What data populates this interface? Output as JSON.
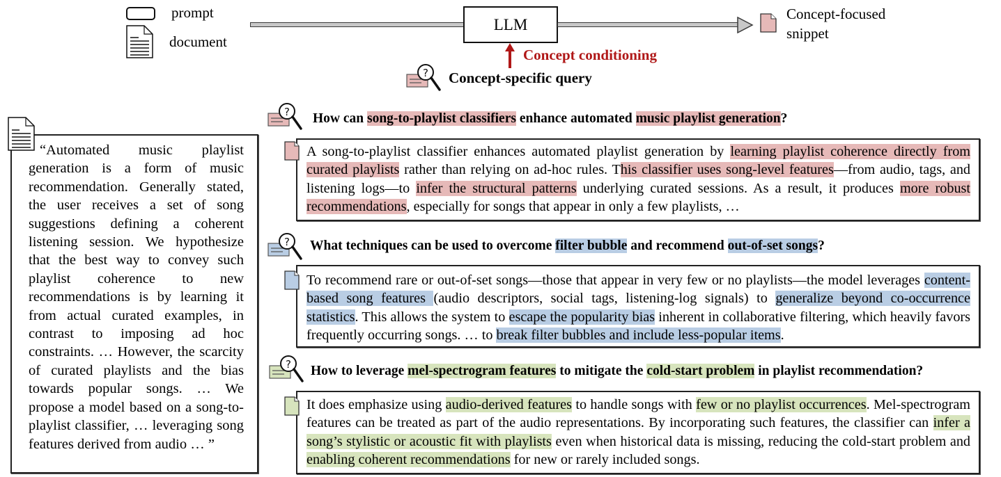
{
  "legend": {
    "prompt_label": "prompt",
    "document_label": "document"
  },
  "flow": {
    "llm_label": "LLM",
    "conditioning_label": "Concept conditioning",
    "query_label": "Concept-specific query",
    "output_label_line1": "Concept-focused",
    "output_label_line2": "snippet"
  },
  "colors": {
    "red_highlight": "#e6b9b8",
    "blue_highlight": "#b9cde4",
    "green_highlight": "#d7e4bd",
    "conditioning_red": "#b01818"
  },
  "document": {
    "text": "“Automated music playlist generation is a form of music recommendation. Generally stated, the user receives a set of song suggestions defining a coherent listening session. We hypothesize that the best way to convey such playlist coherence to new recommendations is by learning it from actual curated examples, in contrast to imposing ad hoc constraints. … However, the scarcity of curated playlists and the bias towards popular songs. … We propose a model based on a song-to-playlist classifier, … leveraging song features derived from audio … ”"
  },
  "queries": [
    {
      "color": "red",
      "question": [
        {
          "t": "How can ",
          "h": false
        },
        {
          "t": "song-to-playlist classifiers",
          "h": true
        },
        {
          "t": " enhance automated ",
          "h": false
        },
        {
          "t": "music playlist generation",
          "h": true
        },
        {
          "t": "?",
          "h": false
        }
      ],
      "answer": [
        {
          "t": "A song-to-playlist classifier enhances automated playlist generation by ",
          "h": false
        },
        {
          "t": "learning playlist coherence directly from curated playlists",
          "h": true
        },
        {
          "t": " rather than relying on ad-hoc rules. T",
          "h": false
        },
        {
          "t": "his classifier uses song-level features",
          "h": true
        },
        {
          "t": "—from audio, tags, and listening logs—to ",
          "h": false
        },
        {
          "t": "infer the structural patterns",
          "h": true
        },
        {
          "t": " underlying curated sessions. As a result, it produces ",
          "h": false
        },
        {
          "t": "more robust recommendations",
          "h": true
        },
        {
          "t": ", especially for songs that appear in only a few playlists, …",
          "h": false
        }
      ]
    },
    {
      "color": "blue",
      "question": [
        {
          "t": "What techniques can be used to overcome ",
          "h": false
        },
        {
          "t": "filter bubble",
          "h": true
        },
        {
          "t": " and recommend ",
          "h": false
        },
        {
          "t": "out-of-set songs",
          "h": true
        },
        {
          "t": "?",
          "h": false
        }
      ],
      "answer": [
        {
          "t": "To recommend rare or out-of-set songs—those that appear in very few or no playlists—the model leverages ",
          "h": false
        },
        {
          "t": "content-based song features ",
          "h": true
        },
        {
          "t": "(audio descriptors, social tags, listening-log signals) to ",
          "h": false
        },
        {
          "t": "generalize beyond co-occurrence statistics",
          "h": true
        },
        {
          "t": ". This allows the system to ",
          "h": false
        },
        {
          "t": "escape the popularity bias",
          "h": true
        },
        {
          "t": " inherent in collaborative filtering, which heavily favors frequently occurring songs. … to ",
          "h": false
        },
        {
          "t": "break filter bubbles and include less-popular items",
          "h": true
        },
        {
          "t": ".",
          "h": false
        }
      ]
    },
    {
      "color": "green",
      "question": [
        {
          "t": "How to leverage ",
          "h": false
        },
        {
          "t": "mel-spectrogram features",
          "h": true
        },
        {
          "t": " to mitigate the ",
          "h": false
        },
        {
          "t": "cold-start problem",
          "h": true
        },
        {
          "t": " in playlist recommendation?",
          "h": false
        }
      ],
      "answer": [
        {
          "t": "It does emphasize using ",
          "h": false
        },
        {
          "t": "audio-derived features",
          "h": true
        },
        {
          "t": " to handle songs with ",
          "h": false
        },
        {
          "t": "few or no playlist occurrences",
          "h": true
        },
        {
          "t": ". Mel-spectrogram features can be treated as part of the audio representations. By incorporating such features, the classifier can ",
          "h": false
        },
        {
          "t": "infer a song’s stylistic or acoustic fit with playlists",
          "h": true
        },
        {
          "t": " even when historical data is missing, reducing the cold-start problem and ",
          "h": false
        },
        {
          "t": "enabling coherent recommendations",
          "h": true
        },
        {
          "t": " for new or rarely included songs.",
          "h": false
        }
      ]
    }
  ]
}
